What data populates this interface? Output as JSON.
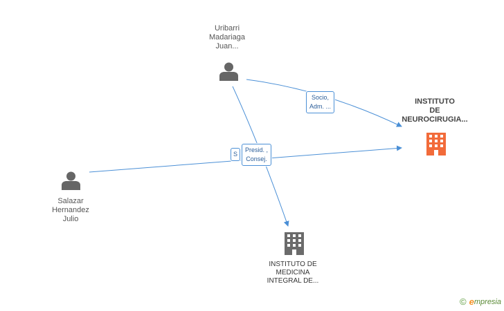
{
  "nodes": {
    "person_uribarri": [
      "Uribarri",
      "Madariaga",
      "Juan..."
    ],
    "person_salazar": [
      "Salazar",
      "Hernandez",
      "Julio"
    ],
    "company_neurocirugia": [
      "INSTITUTO",
      "DE",
      "NEUROCIRUGIA..."
    ],
    "company_medicina": [
      "INSTITUTO DE",
      "MEDICINA",
      "INTEGRAL DE..."
    ]
  },
  "edge_labels": {
    "socio": [
      "Socio,",
      "Adm. ..."
    ],
    "presid": [
      "Presid. ,",
      "Consej."
    ],
    "hidden_s": "S"
  },
  "footer": {
    "copyright": "©",
    "brand_e": "e",
    "brand_rest": "mpresia"
  },
  "colors": {
    "edge": "#4a8fd6",
    "person_icon": "#666666",
    "company_main": "#f26b3a",
    "company_secondary": "#6b6b6b"
  }
}
